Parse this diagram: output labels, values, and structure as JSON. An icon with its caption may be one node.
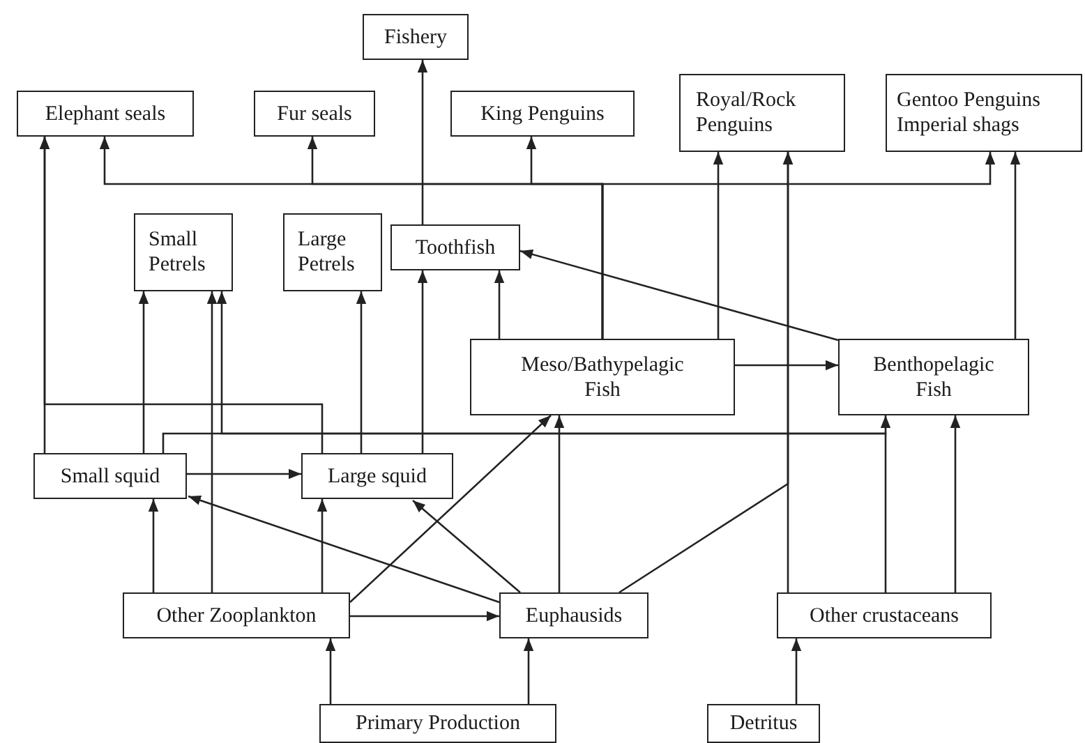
{
  "diagram": {
    "nodes": [
      {
        "text": [
          "Fishery"
        ]
      },
      {
        "text": [
          "Elephant seals"
        ]
      },
      {
        "text": [
          "Fur seals"
        ]
      },
      {
        "text": [
          "King Penguins"
        ]
      },
      {
        "text": [
          "Royal/Rock Penguins"
        ]
      },
      {
        "text": [
          "Gentoo Penguins Imperial shags"
        ]
      },
      {
        "text": [
          "Small Petrels"
        ]
      },
      {
        "text": [
          "Large Petrels"
        ]
      },
      {
        "text": [
          "Toothfish"
        ]
      },
      {
        "text": [
          "Meso/Bathypelagic Fish"
        ]
      },
      {
        "text": [
          "Benthopelagic Fish"
        ]
      },
      {
        "text": [
          "Small squid"
        ]
      },
      {
        "text": [
          "Large squid"
        ]
      },
      {
        "text": [
          "Other Zooplankton"
        ]
      },
      {
        "text": [
          "Euphausids"
        ]
      },
      {
        "text": [
          "Other crustaceans"
        ]
      },
      {
        "text": [
          "Primary Production"
        ]
      },
      {
        "text": [
          "Detritus"
        ]
      }
    ],
    "edges": [
      {
        "from": 8,
        "to": 0,
        "arrow": "to"
      },
      {
        "from": 9,
        "to": 1,
        "arrow": "to"
      },
      {
        "from": 9,
        "to": 2,
        "arrow": "to"
      },
      {
        "from": 9,
        "to": 3,
        "arrow": "to"
      },
      {
        "from": 9,
        "to": 5,
        "arrow": "to"
      },
      {
        "from": 9,
        "to": 4,
        "arrow": "to"
      },
      {
        "from": 15,
        "to": 4,
        "arrow": "to"
      },
      {
        "from": 14,
        "to": 4,
        "arrow": "to"
      },
      {
        "from": 10,
        "to": 5,
        "arrow": "to"
      },
      {
        "from": 10,
        "to": 8,
        "arrow": "to"
      },
      {
        "from": 9,
        "to": 8,
        "arrow": "to"
      },
      {
        "from": 9,
        "to": 10,
        "arrow": "to"
      },
      {
        "from": 11,
        "to": 1,
        "arrow": "to"
      },
      {
        "from": 12,
        "to": 1,
        "arrow": "to"
      },
      {
        "from": 11,
        "to": 6,
        "arrow": "to"
      },
      {
        "from": 13,
        "to": 6,
        "arrow": "to"
      },
      {
        "from": 15,
        "to": 6,
        "arrow": "to"
      },
      {
        "from": 11,
        "to": 10,
        "arrow": "to"
      },
      {
        "from": 15,
        "to": 10,
        "arrow": "to"
      },
      {
        "from": 12,
        "to": 7,
        "arrow": "to"
      },
      {
        "from": 12,
        "to": 8,
        "arrow": "to"
      },
      {
        "from": 11,
        "to": 12,
        "arrow": "to"
      },
      {
        "from": 14,
        "to": 11,
        "arrow": "to"
      },
      {
        "from": 14,
        "to": 12,
        "arrow": "to"
      },
      {
        "from": 13,
        "to": 9,
        "arrow": "to"
      },
      {
        "from": 14,
        "to": 9,
        "arrow": "to"
      },
      {
        "from": 13,
        "to": 11,
        "arrow": "to"
      },
      {
        "from": 13,
        "to": 12,
        "arrow": "to"
      },
      {
        "from": 13,
        "to": 14,
        "arrow": "to"
      },
      {
        "from": 16,
        "to": 13,
        "arrow": "to"
      },
      {
        "from": 16,
        "to": 14,
        "arrow": "to"
      },
      {
        "from": 17,
        "to": 15,
        "arrow": "to"
      }
    ]
  }
}
